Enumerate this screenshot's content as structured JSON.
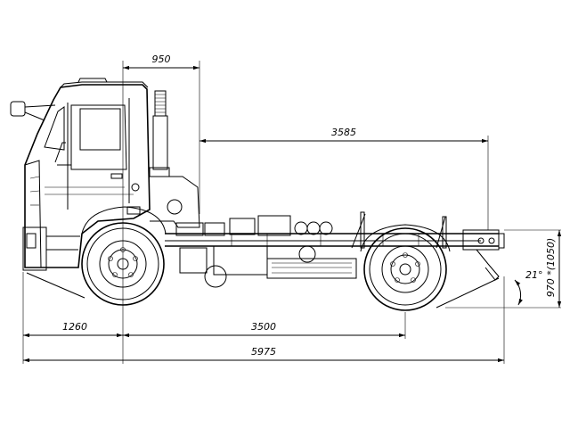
{
  "drawing": {
    "dimensions": {
      "cab_to_axis": "950",
      "frame_length": "3585",
      "front_overhang": "1260",
      "wheelbase": "3500",
      "overall_length": "5975",
      "departure_angle": "21°",
      "frame_height": "970 *(1050)"
    }
  }
}
